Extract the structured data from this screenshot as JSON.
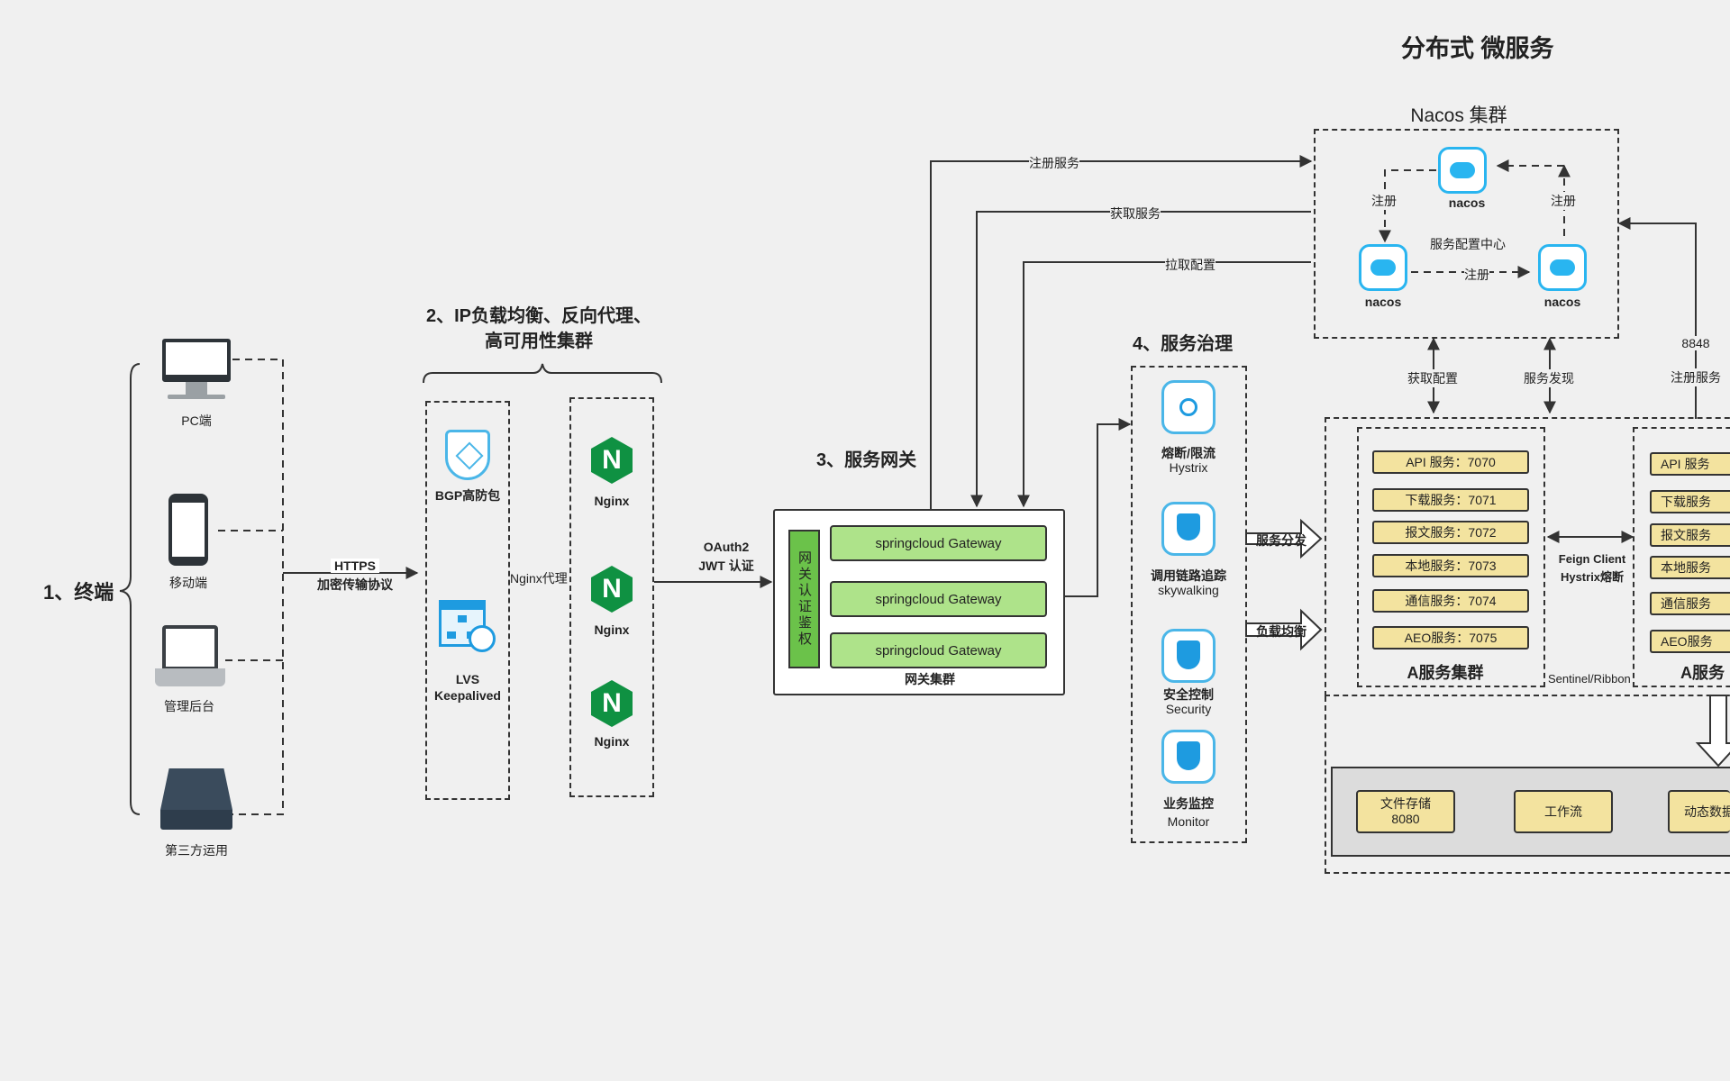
{
  "title": "分布式 微服务",
  "sections": {
    "terminal": "1、终端",
    "lb_line1": "2、IP负载均衡、反向代理、",
    "lb_line2": "高可用性集群",
    "gateway": "3、服务网关",
    "governance": "4、服务治理"
  },
  "clients": {
    "pc": "PC端",
    "mobile": "移动端",
    "admin": "管理后台",
    "third": "第三方运用"
  },
  "https": {
    "line1": "HTTPS",
    "line2": "加密传输协议"
  },
  "lb": {
    "bgp": "BGP高防包",
    "lvs1": "LVS",
    "lvs2": "Keepalived",
    "nginx_proxy": "Nginx代理",
    "nginx": [
      "Nginx",
      "Nginx",
      "Nginx"
    ]
  },
  "oauth": {
    "line1": "OAuth2",
    "line2": "JWT 认证"
  },
  "gateway_cluster": {
    "side": "网关认证鉴权",
    "items": [
      "springcloud Gateway",
      "springcloud Gateway",
      "springcloud Gateway"
    ],
    "caption": "网关集群"
  },
  "flows": {
    "register": "注册服务",
    "fetch": "获取服务",
    "pull_config": "拉取配置",
    "get_config": "获取配置",
    "discovery": "服务发现",
    "port": "8848",
    "register_svc": "注册服务",
    "dispatch": "服务分发",
    "loadbalance": "负载均衡"
  },
  "governance": [
    {
      "title": "熔断/限流",
      "sub": "Hystrix",
      "icon": "hystrix-icon"
    },
    {
      "title": "调用链路追踪",
      "sub": "skywalking",
      "icon": "trace-icon"
    },
    {
      "title": "安全控制",
      "sub": "Security",
      "icon": "security-icon"
    },
    {
      "title": "业务监控",
      "sub": "Monitor",
      "icon": "monitor-icon"
    }
  ],
  "nacos": {
    "cluster_title": "Nacos 集群",
    "node": "nacos",
    "center": "服务配置中心",
    "register": "注册"
  },
  "services": {
    "a_items": [
      "API 服务：7070",
      "下载服务：7071",
      "报文服务：7072",
      "本地服务：7073",
      "通信服务：7074",
      "AEO服务：7075"
    ],
    "b_items": [
      "API 服务",
      "下载服务",
      "报文服务",
      "本地服务",
      "通信服务",
      "AEO服务"
    ],
    "a_caption": "A服务集群",
    "b_caption": "A服务",
    "feign1": "Feign Client",
    "feign2": "Hystrix熔断",
    "sentinel": "Sentinel/Ribbon"
  },
  "storage": {
    "file1": "文件存储",
    "file2": "8080",
    "workflow": "工作流",
    "dynamic": "动态数据"
  },
  "colors": {
    "gateway_green": "#aee38a",
    "service_yellow": "#f3e39f",
    "nacos_blue": "#29b5f0"
  }
}
